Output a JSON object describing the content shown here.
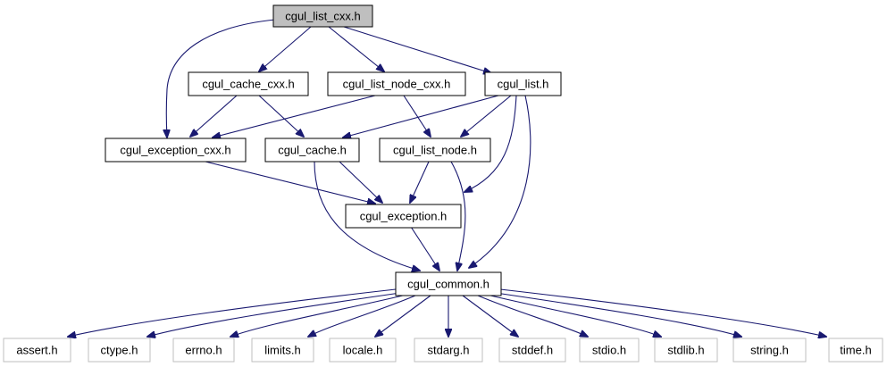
{
  "title": "cgul_list_cxx.h",
  "colors": {
    "edge": "#191970",
    "root_fill": "#bfbfbf",
    "node_border": "#000000",
    "system_border": "#bfbfbf"
  },
  "nodes": {
    "root": "cgul_list_cxx.h",
    "cache_cxx": "cgul_cache_cxx.h",
    "list_node_cxx": "cgul_list_node_cxx.h",
    "list": "cgul_list.h",
    "exception_cxx": "cgul_exception_cxx.h",
    "cache": "cgul_cache.h",
    "list_node": "cgul_list_node.h",
    "exception": "cgul_exception.h",
    "common": "cgul_common.h",
    "assert": "assert.h",
    "ctype": "ctype.h",
    "errno": "errno.h",
    "limits": "limits.h",
    "locale": "locale.h",
    "stdarg": "stdarg.h",
    "stddef": "stddef.h",
    "stdio": "stdio.h",
    "stdlib": "stdlib.h",
    "string": "string.h",
    "time": "time.h"
  },
  "edges": [
    [
      "root",
      "cache_cxx"
    ],
    [
      "root",
      "list_node_cxx"
    ],
    [
      "root",
      "list"
    ],
    [
      "root",
      "exception_cxx"
    ],
    [
      "cache_cxx",
      "exception_cxx"
    ],
    [
      "cache_cxx",
      "cache"
    ],
    [
      "list_node_cxx",
      "exception_cxx"
    ],
    [
      "list_node_cxx",
      "list_node"
    ],
    [
      "list",
      "cache"
    ],
    [
      "list",
      "list_node"
    ],
    [
      "list",
      "exception"
    ],
    [
      "list",
      "common"
    ],
    [
      "exception_cxx",
      "exception"
    ],
    [
      "cache",
      "exception"
    ],
    [
      "cache",
      "common"
    ],
    [
      "list_node",
      "exception"
    ],
    [
      "list_node",
      "common"
    ],
    [
      "exception",
      "common"
    ],
    [
      "common",
      "assert"
    ],
    [
      "common",
      "ctype"
    ],
    [
      "common",
      "errno"
    ],
    [
      "common",
      "limits"
    ],
    [
      "common",
      "locale"
    ],
    [
      "common",
      "stdarg"
    ],
    [
      "common",
      "stddef"
    ],
    [
      "common",
      "stdio"
    ],
    [
      "common",
      "stdlib"
    ],
    [
      "common",
      "string"
    ],
    [
      "common",
      "time"
    ]
  ]
}
